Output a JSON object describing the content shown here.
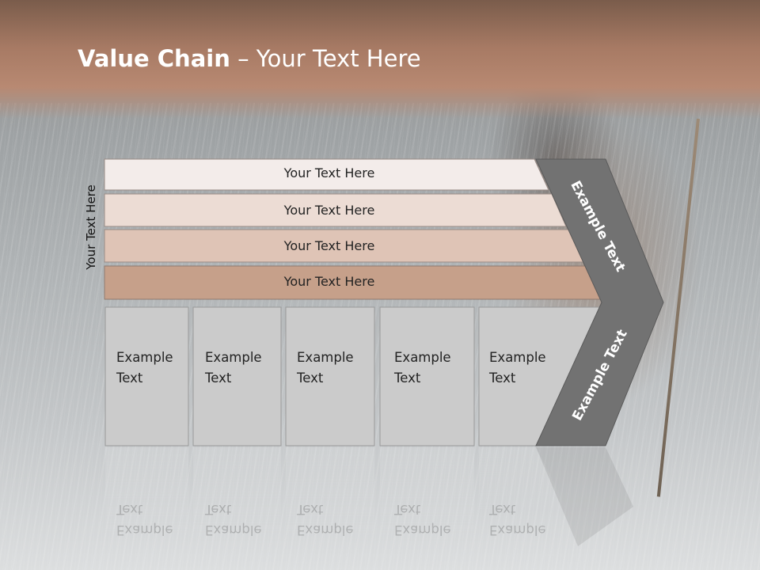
{
  "title": {
    "bold": "Value Chain",
    "rest": " – Your Text Here"
  },
  "side_label": "Your Text Here",
  "bars": [
    {
      "label": "Your Text Here",
      "color": "#f3ecea"
    },
    {
      "label": "Your Text Here",
      "color": "#ecdcd4"
    },
    {
      "label": "Your Text Here",
      "color": "#dfc4b6"
    },
    {
      "label": "Your Text Here",
      "color": "#c6a08a"
    }
  ],
  "boxes": [
    {
      "line1": "Example",
      "line2": "Text"
    },
    {
      "line1": "Example",
      "line2": "Text"
    },
    {
      "line1": "Example",
      "line2": "Text"
    },
    {
      "line1": "Example",
      "line2": "Text"
    },
    {
      "line1": "Example",
      "line2": "Text"
    }
  ],
  "chevron": {
    "top_label": "Example Text",
    "bottom_label": "Example Text",
    "color": "#727272"
  },
  "colors": {
    "box_fill": "#cbcbcb",
    "box_stroke": "#9a9a9a",
    "header": "#a77a64"
  }
}
